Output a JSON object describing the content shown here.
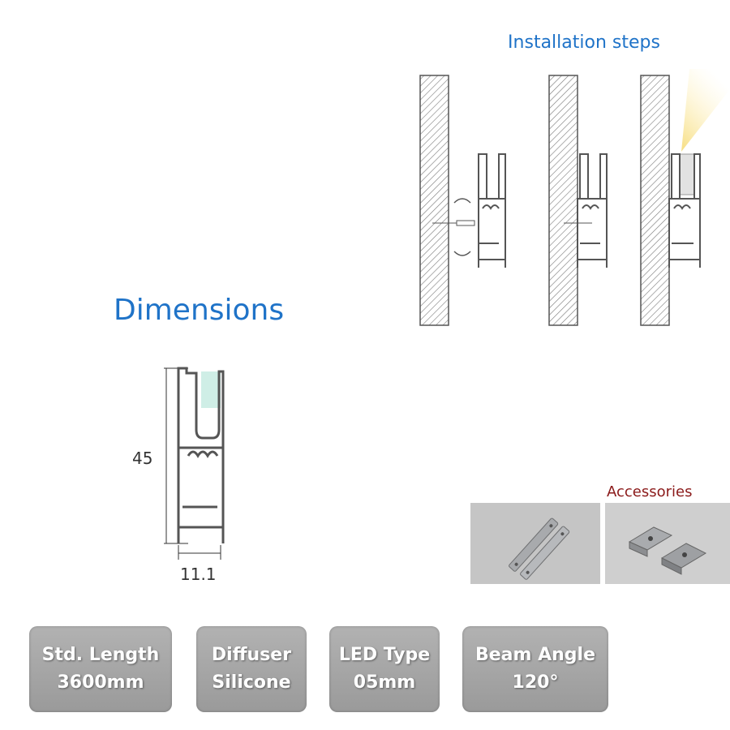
{
  "installation": {
    "title": "Installation steps"
  },
  "dimensions": {
    "title": "Dimensions",
    "height_label": "45",
    "width_label": "11.1"
  },
  "accessories": {
    "title": "Accessories"
  },
  "specs": [
    {
      "label": "Std. Length",
      "value": "3600mm"
    },
    {
      "label": "Diffuser",
      "value": "Silicone"
    },
    {
      "label": "LED Type",
      "value": "05mm"
    },
    {
      "label": "Beam Angle",
      "value": "120°"
    }
  ]
}
